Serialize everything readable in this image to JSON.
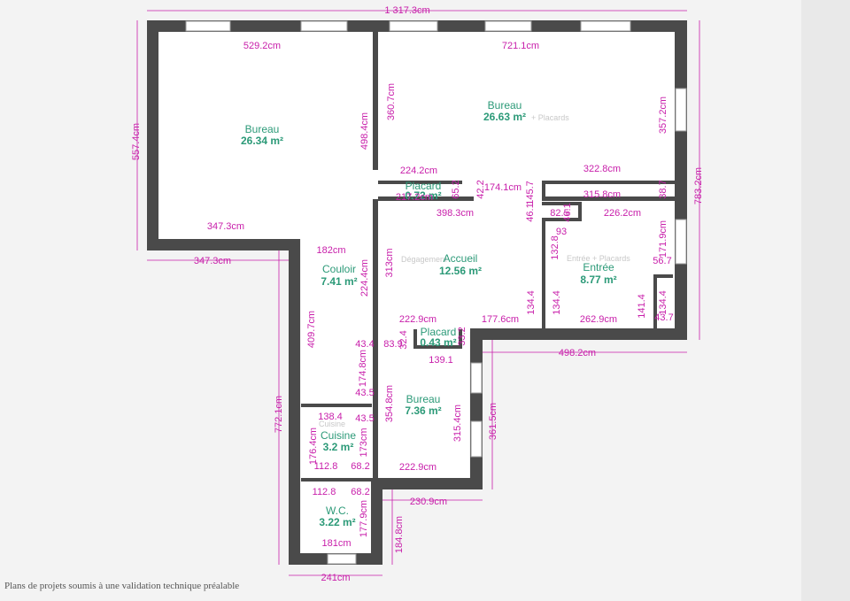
{
  "title_dim": "1 317.3cm",
  "footer": "Plans de projets soumis à une validation technique préalable",
  "rooms": [
    {
      "name": "Bureau",
      "area": "26.34 m²"
    },
    {
      "name": "Bureau",
      "area": "26.63 m²",
      "extra": "+ Placards"
    },
    {
      "name": "Placard",
      "area": "0.72 m²"
    },
    {
      "name": "Accueil",
      "area": "12.56 m²",
      "ghost": "Dégagement"
    },
    {
      "name": "Entrée",
      "area": "8.77 m²",
      "ghost": "Entrée + Placards"
    },
    {
      "name": "Couloir",
      "area": "7.41 m²"
    },
    {
      "name": "Placard",
      "area": "0.43 m²"
    },
    {
      "name": "Bureau",
      "area": "7.36 m²"
    },
    {
      "name": "Cuisine",
      "area": "3.2 m²",
      "ghost": "Cuisine"
    },
    {
      "name": "W.C.",
      "area": "3.22 m²"
    }
  ],
  "dims": {
    "d1": "529.2cm",
    "d2": "721.1cm",
    "d3": "557.4cm",
    "d4": "360.7cm",
    "d5": "498.4cm",
    "d6": "357.2cm",
    "d7": "224.2cm",
    "d8": "322.8cm",
    "d9": "783.2cm",
    "d10": "217.2cm",
    "d11": "65.2",
    "d12": "42.2",
    "d13": "174.1cm",
    "d14": "145.7",
    "d15": "315.8cm",
    "d16": "38.7",
    "d17": "398.3cm",
    "d18": "46.1",
    "d19": "82.5",
    "d20": "46.1",
    "d21": "226.2cm",
    "d22": "347.3cm",
    "d23": "347.3cm",
    "d24": "182cm",
    "d25": "93",
    "d26": "171.9cm",
    "d27": "132.8",
    "d28": "56.7",
    "d29": "313cm",
    "d30": "224.4cm",
    "d31": "409.7cm",
    "d32": "134.4",
    "d33": "134.4",
    "d34": "141.4",
    "d35": "134.4",
    "d36": "43.7",
    "d37": "222.9cm",
    "d38": "177.6cm",
    "d39": "262.9cm",
    "d40": "43.4",
    "d41": "83.9",
    "d42": "32.4",
    "d43": "33.2",
    "d44": "139.1",
    "d45": "498.2cm",
    "d46": "174.8cm",
    "d47": "43.5",
    "d48": "354.8cm",
    "d49": "772.1cm",
    "d50": "138.4",
    "d51": "43.5",
    "d52": "315.4cm",
    "d53": "361.5cm",
    "d54": "176.4cm",
    "d55": "173cm",
    "d56": "112.8",
    "d57": "68.2",
    "d58": "222.9cm",
    "d59": "112.8",
    "d60": "68.2",
    "d61": "230.9cm",
    "d62": "177.9cm",
    "d63": "184.8cm",
    "d64": "181cm",
    "d65": "241cm"
  }
}
